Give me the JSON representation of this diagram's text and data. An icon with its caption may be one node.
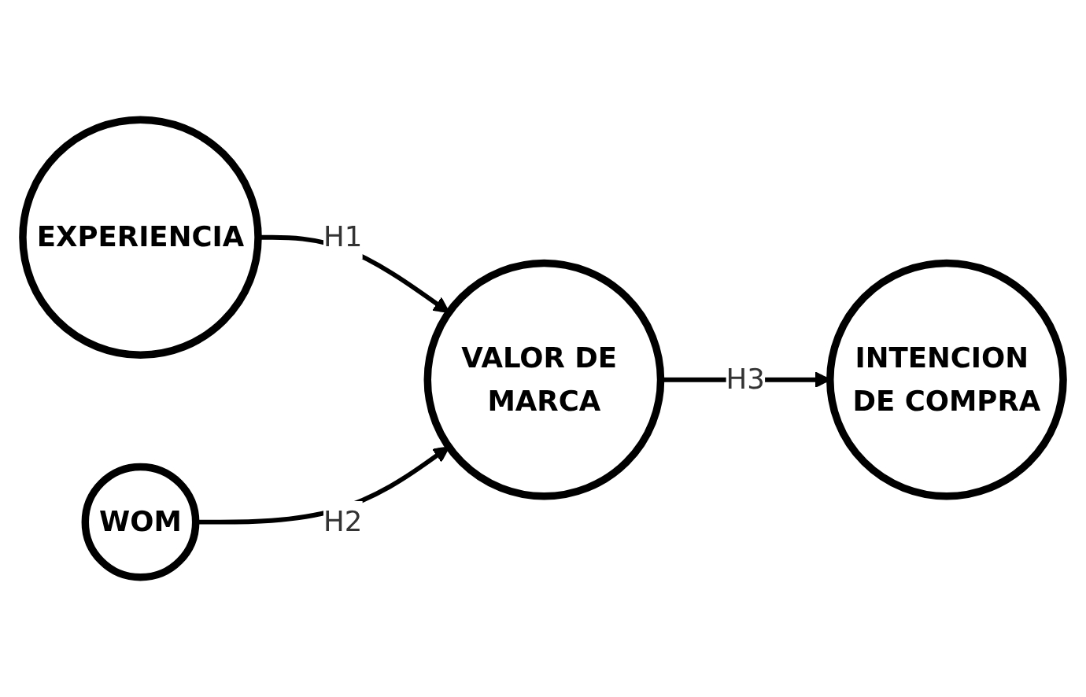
{
  "diagram": {
    "nodes": [
      {
        "text": [
          "EXPERIENCIA"
        ]
      },
      {
        "text": [
          "WOM"
        ]
      },
      {
        "text": [
          "VALOR DE MARCA"
        ]
      },
      {
        "text": [
          "INTENCION DE COMPRA"
        ]
      }
    ],
    "edges": [
      {
        "from": 0,
        "to": 2,
        "arrow": "to",
        "label": "H1"
      },
      {
        "from": 1,
        "to": 2,
        "arrow": "to",
        "label": "H2"
      },
      {
        "from": 2,
        "to": 3,
        "arrow": "to",
        "label": "H3"
      }
    ]
  }
}
